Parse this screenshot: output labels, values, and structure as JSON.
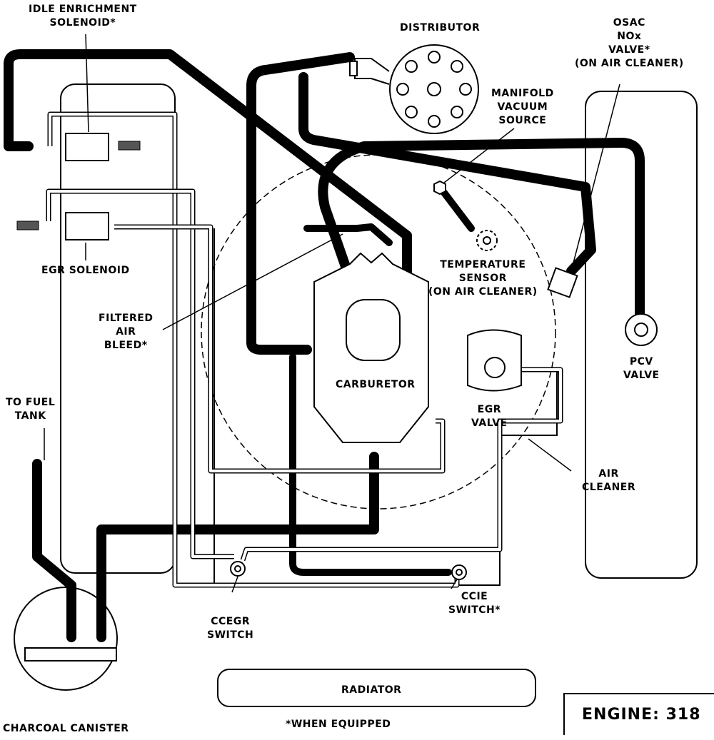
{
  "diagram": {
    "title": "Vacuum Hose Routing Diagram",
    "engine_label": "ENGINE: 318",
    "footnote": "*WHEN EQUIPPED",
    "colors": {
      "ink": "#000000",
      "paper": "#ffffff"
    },
    "labels": {
      "idle_enrichment_solenoid": "IDLE ENRICHMENT\nSOLENOID*",
      "distributor": "DISTRIBUTOR",
      "osac_nox_valve": "OSAC\nNOx\nVALVE*\n(ON AIR CLEANER)",
      "manifold_vacuum_source": "MANIFOLD\nVACUUM\nSOURCE",
      "temperature_sensor": "TEMPERATURE\nSENSOR\n(ON AIR CLEANER)",
      "egr_solenoid": "EGR SOLENOID",
      "filtered_air_bleed": "FILTERED\nAIR\nBLEED*",
      "carburetor": "CARBURETOR",
      "egr_valve": "EGR\nVALVE",
      "pcv_valve": "PCV\nVALVE",
      "to_fuel_tank": "TO FUEL\nTANK",
      "air_cleaner": "AIR\nCLEANER",
      "ccegr_switch": "CCEGR\nSWITCH",
      "ccie_switch": "CCIE\nSWITCH*",
      "radiator": "RADIATOR",
      "charcoal_canister": "CHARCOAL CANISTER"
    }
  }
}
